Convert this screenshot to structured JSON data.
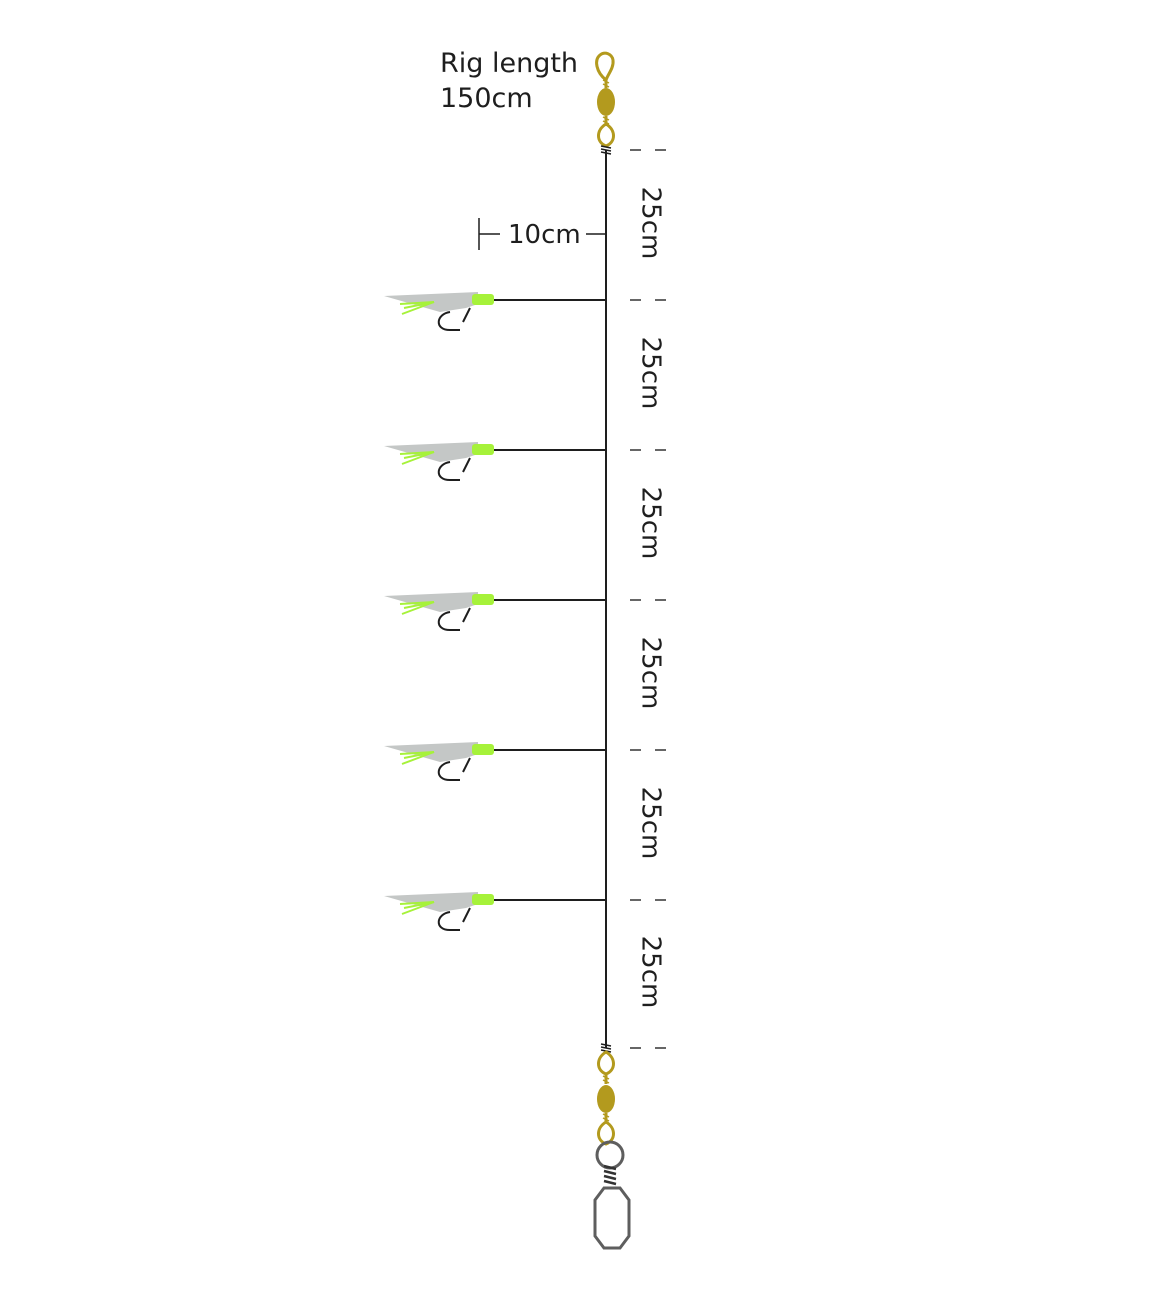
{
  "title": {
    "line1": "Rig length",
    "line2": "150cm"
  },
  "dropper_label": "10cm",
  "segments": [
    {
      "label": "25cm"
    },
    {
      "label": "25cm"
    },
    {
      "label": "25cm"
    },
    {
      "label": "25cm"
    },
    {
      "label": "25cm"
    },
    {
      "label": "25cm"
    }
  ],
  "hooks": [
    {
      "id": 1
    },
    {
      "id": 2
    },
    {
      "id": 3
    },
    {
      "id": 4
    },
    {
      "id": 5
    }
  ],
  "colors": {
    "line": "#1e1e1e",
    "swivel": "#b39a1e",
    "lure_body": "#c4c7c6",
    "lure_accent": "#a6f23a",
    "snap": "#5e5e5e",
    "dash": "#333333"
  }
}
